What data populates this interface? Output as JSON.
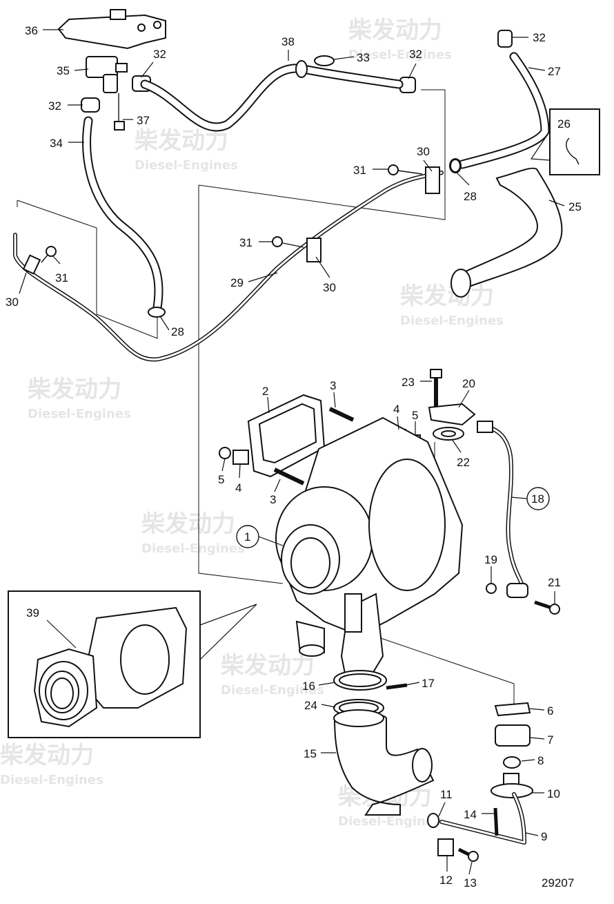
{
  "diagram_number": "29207",
  "watermark": {
    "primary": "柴发动力",
    "secondary": "Diesel-Engines"
  },
  "callouts": [
    {
      "id": "c36",
      "text": "36"
    },
    {
      "id": "c35",
      "text": "35"
    },
    {
      "id": "c32a",
      "text": "32"
    },
    {
      "id": "c32b",
      "text": "32"
    },
    {
      "id": "c37",
      "text": "37"
    },
    {
      "id": "c34",
      "text": "34"
    },
    {
      "id": "c38",
      "text": "38"
    },
    {
      "id": "c33",
      "text": "33"
    },
    {
      "id": "c32c",
      "text": "32"
    },
    {
      "id": "c32d",
      "text": "32"
    },
    {
      "id": "c27",
      "text": "27"
    },
    {
      "id": "c26",
      "text": "26"
    },
    {
      "id": "c25",
      "text": "25"
    },
    {
      "id": "c30a",
      "text": "30"
    },
    {
      "id": "c31a",
      "text": "31"
    },
    {
      "id": "c28a",
      "text": "28"
    },
    {
      "id": "c31b",
      "text": "31"
    },
    {
      "id": "c29",
      "text": "29"
    },
    {
      "id": "c30b",
      "text": "30"
    },
    {
      "id": "c30c",
      "text": "30"
    },
    {
      "id": "c31c",
      "text": "31"
    },
    {
      "id": "c28b",
      "text": "28"
    },
    {
      "id": "c23",
      "text": "23"
    },
    {
      "id": "c20",
      "text": "20"
    },
    {
      "id": "c2",
      "text": "2"
    },
    {
      "id": "c3a",
      "text": "3"
    },
    {
      "id": "c4a",
      "text": "4"
    },
    {
      "id": "c5a",
      "text": "5"
    },
    {
      "id": "c22",
      "text": "22"
    },
    {
      "id": "c5b",
      "text": "5"
    },
    {
      "id": "c4b",
      "text": "4"
    },
    {
      "id": "c3b",
      "text": "3"
    },
    {
      "id": "c18",
      "text": "18"
    },
    {
      "id": "c1",
      "text": "1"
    },
    {
      "id": "c19",
      "text": "19"
    },
    {
      "id": "c21",
      "text": "21"
    },
    {
      "id": "c39",
      "text": "39"
    },
    {
      "id": "c16",
      "text": "16"
    },
    {
      "id": "c17",
      "text": "17"
    },
    {
      "id": "c24",
      "text": "24"
    },
    {
      "id": "c6",
      "text": "6"
    },
    {
      "id": "c7",
      "text": "7"
    },
    {
      "id": "c15",
      "text": "15"
    },
    {
      "id": "c8",
      "text": "8"
    },
    {
      "id": "c10",
      "text": "10"
    },
    {
      "id": "c11",
      "text": "11"
    },
    {
      "id": "c14",
      "text": "14"
    },
    {
      "id": "c9",
      "text": "9"
    },
    {
      "id": "c12",
      "text": "12"
    },
    {
      "id": "c13",
      "text": "13"
    }
  ]
}
